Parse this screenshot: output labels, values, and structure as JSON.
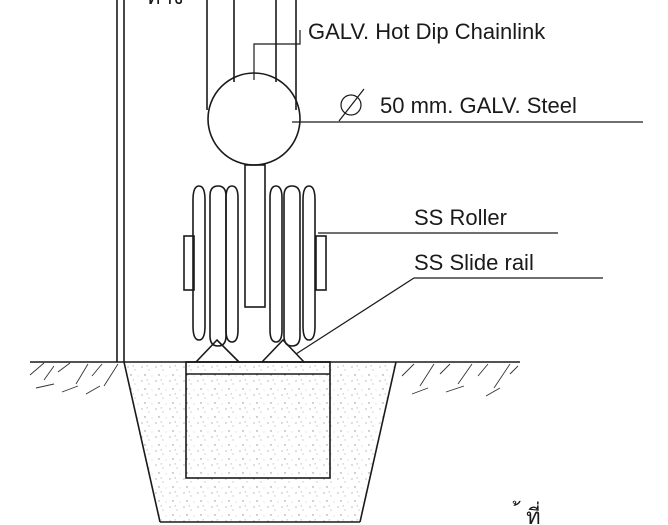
{
  "labels": {
    "chainlink": "GALV. Hot Dip Chainlink",
    "pipe": "50 mm. GALV. Steel",
    "roller": "SS Roller",
    "rail": "SS Slide rail"
  },
  "symbols": {
    "diameter_icon": "diameter-symbol"
  },
  "colors": {
    "line": "#1a1a1a",
    "concrete_speckle": "#8a8a8a",
    "background": "#ffffff"
  }
}
